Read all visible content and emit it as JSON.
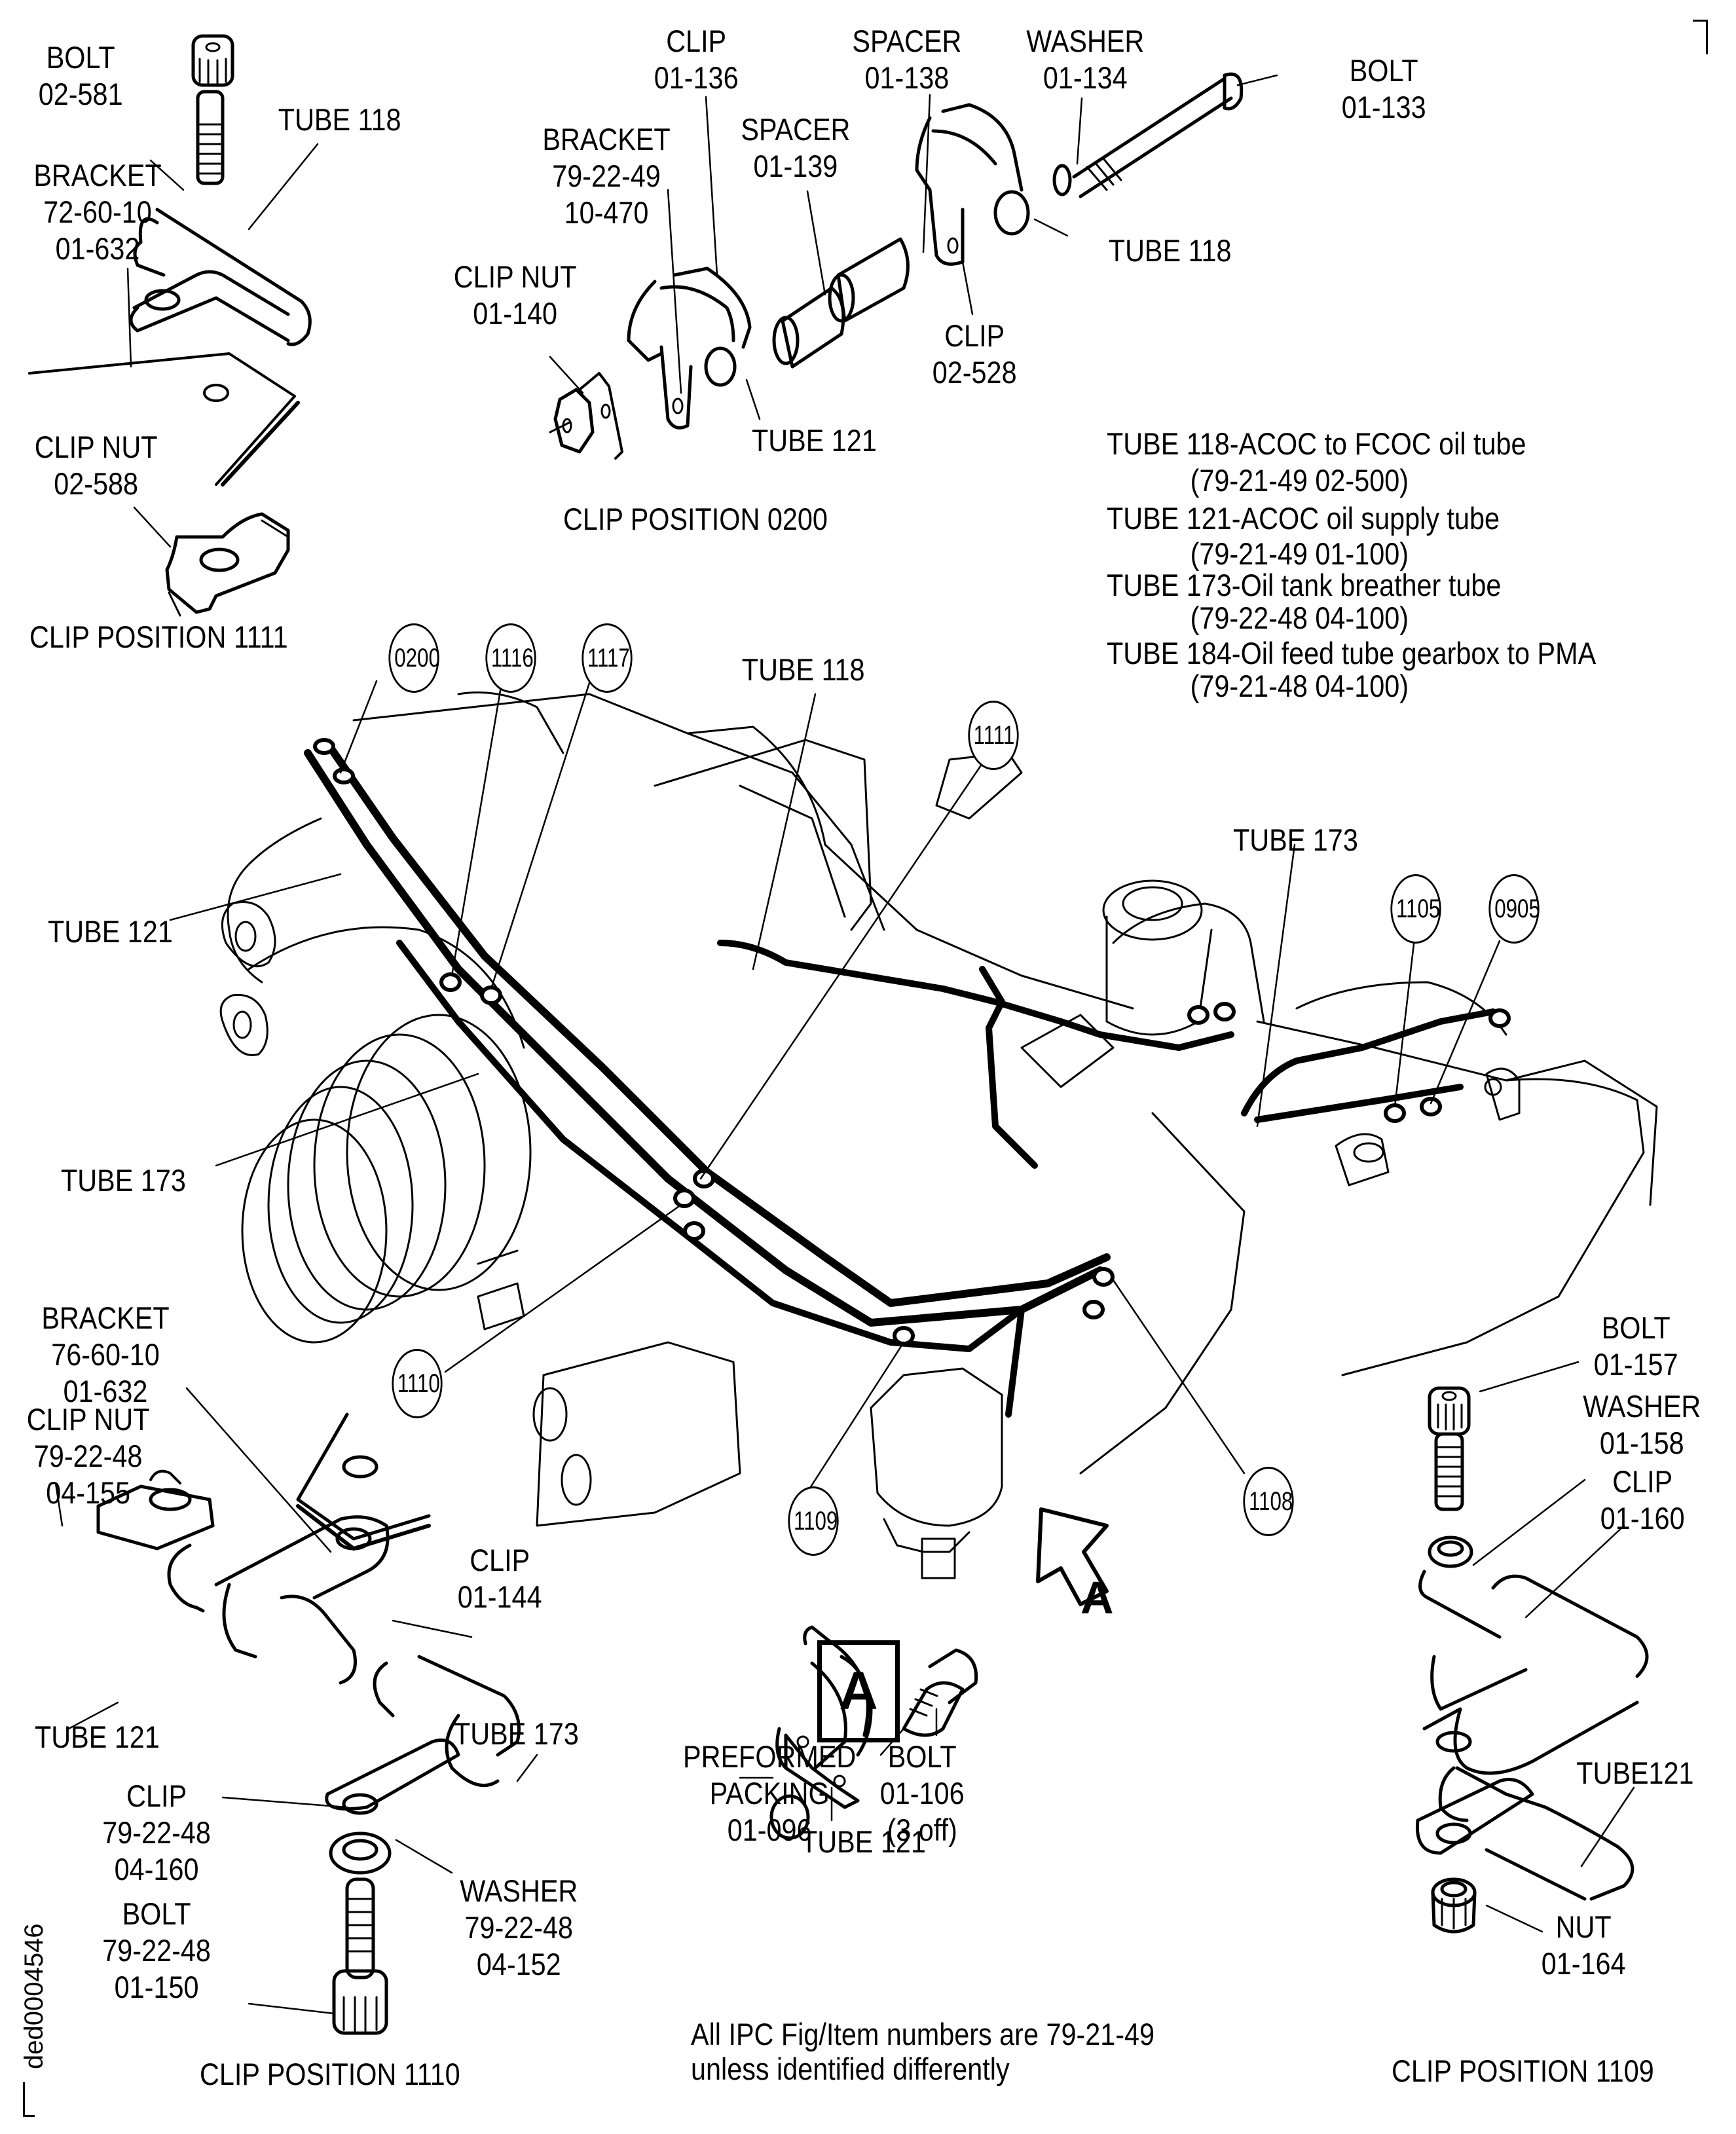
{
  "figure": {
    "document_id": "ded0004546",
    "footnote": [
      "All IPC Fig/Item numbers are 79-21-49",
      "unless identified differently"
    ],
    "view_marker": "A",
    "detail_box_label": "A"
  },
  "tube_legend": [
    {
      "name": "TUBE 118-ACOC to FCOC oil tube",
      "ref": "(79-21-49  02-500)"
    },
    {
      "name": "TUBE 121-ACOC oil supply tube",
      "ref": "(79-21-49  01-100)"
    },
    {
      "name": "TUBE 173-Oil tank breather tube",
      "ref": "(79-22-48  04-100)"
    },
    {
      "name": "TUBE 184-Oil feed tube gearbox to PMA",
      "ref": "(79-21-48  04-100)"
    }
  ],
  "clip_position_1111": {
    "caption": "CLIP POSITION 1111",
    "parts": [
      {
        "lines": [
          "BOLT",
          "02-581"
        ]
      },
      {
        "lines": [
          "TUBE 118"
        ]
      },
      {
        "lines": [
          "BRACKET",
          "72-60-10",
          "01-632"
        ]
      },
      {
        "lines": [
          "CLIP NUT",
          "02-588"
        ]
      }
    ]
  },
  "clip_position_0200": {
    "caption": "CLIP POSITION 0200",
    "parts": [
      {
        "lines": [
          "CLIP",
          "01-136"
        ]
      },
      {
        "lines": [
          "SPACER",
          "01-138"
        ]
      },
      {
        "lines": [
          "WASHER",
          "01-134"
        ]
      },
      {
        "lines": [
          "BOLT",
          "01-133"
        ]
      },
      {
        "lines": [
          "BRACKET",
          "79-22-49",
          "10-470"
        ]
      },
      {
        "lines": [
          "SPACER",
          "01-139"
        ]
      },
      {
        "lines": [
          "CLIP NUT",
          "01-140"
        ]
      },
      {
        "lines": [
          "TUBE 118"
        ]
      },
      {
        "lines": [
          "CLIP",
          "02-528"
        ]
      },
      {
        "lines": [
          "TUBE 121"
        ]
      }
    ]
  },
  "main_view": {
    "callouts": [
      "0200",
      "1116",
      "1117",
      "1111",
      "1105",
      "0905",
      "1110",
      "1109",
      "1108"
    ],
    "labels": [
      "TUBE 118",
      "TUBE 173",
      "TUBE 121",
      "TUBE 173"
    ]
  },
  "clip_position_1110": {
    "caption": "CLIP POSITION 1110",
    "parts": [
      {
        "lines": [
          "BRACKET",
          "76-60-10",
          "01-632"
        ]
      },
      {
        "lines": [
          "CLIP NUT",
          "79-22-48",
          "04-155"
        ]
      },
      {
        "lines": [
          "CLIP",
          "01-144"
        ]
      },
      {
        "lines": [
          "TUBE 121"
        ]
      },
      {
        "lines": [
          "TUBE 173"
        ]
      },
      {
        "lines": [
          "CLIP",
          "79-22-48",
          "04-160"
        ]
      },
      {
        "lines": [
          "WASHER",
          "79-22-48",
          "04-152"
        ]
      },
      {
        "lines": [
          "BOLT",
          "79-22-48",
          "01-150"
        ]
      }
    ]
  },
  "detail_a": {
    "parts": [
      {
        "lines": [
          "PREFORMED",
          "PACKING",
          "01-096"
        ]
      },
      {
        "lines": [
          "BOLT",
          "01-106",
          "(3 off)"
        ]
      },
      {
        "lines": [
          "TUBE 121"
        ]
      }
    ]
  },
  "clip_position_1109": {
    "caption": "CLIP POSITION 1109",
    "parts": [
      {
        "lines": [
          "BOLT",
          "01-157"
        ]
      },
      {
        "lines": [
          "WASHER",
          "01-158"
        ]
      },
      {
        "lines": [
          "CLIP",
          "01-160"
        ]
      },
      {
        "lines": [
          "TUBE121"
        ]
      },
      {
        "lines": [
          "NUT",
          "01-164"
        ]
      }
    ]
  }
}
